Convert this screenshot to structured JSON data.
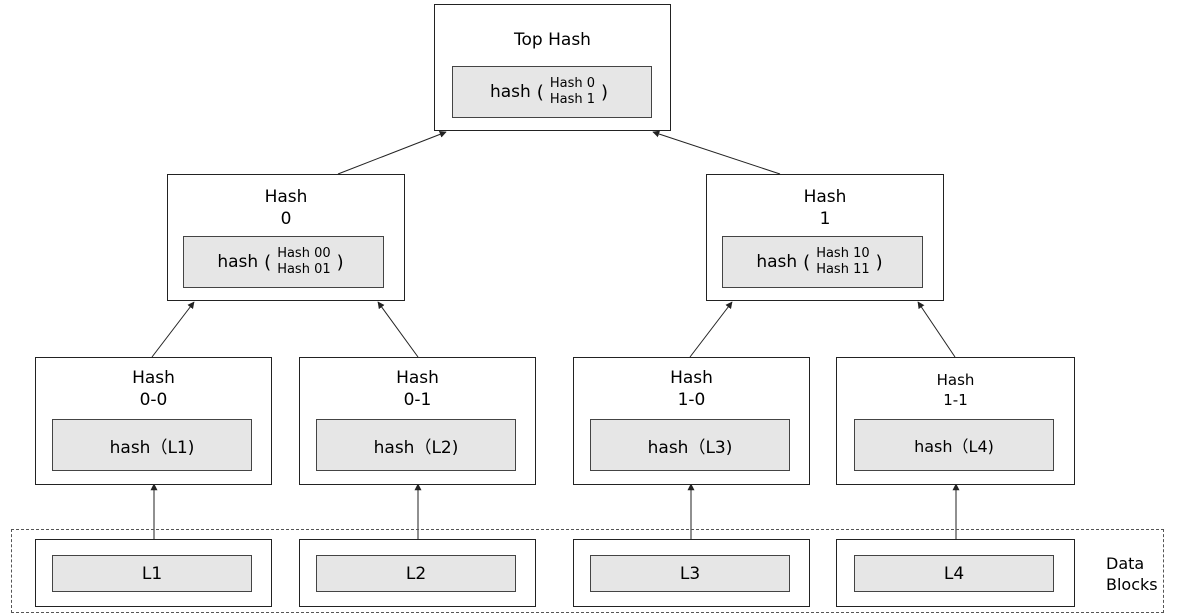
{
  "top": {
    "title": "Top Hash",
    "fn": "hash",
    "args": [
      "Hash 0",
      "Hash 1"
    ]
  },
  "mid": [
    {
      "title_line1": "Hash",
      "title_line2": "0",
      "fn": "hash",
      "args": [
        "Hash 00",
        "Hash 01"
      ]
    },
    {
      "title_line1": "Hash",
      "title_line2": "1",
      "fn": "hash",
      "args": [
        "Hash 10",
        "Hash 11"
      ]
    }
  ],
  "leaves": [
    {
      "title_line1": "Hash",
      "title_line2": "0-0",
      "expr": "hash（L1)"
    },
    {
      "title_line1": "Hash",
      "title_line2": "0-1",
      "expr": "hash（L2)"
    },
    {
      "title_line1": "Hash",
      "title_line2": "1-0",
      "expr": "hash（L3)"
    },
    {
      "title_line1": "Hash",
      "title_line2": "1-1",
      "expr": "hash（L4)"
    }
  ],
  "blocks": [
    "L1",
    "L2",
    "L3",
    "L4"
  ],
  "data_blocks_label": [
    "Data",
    "Blocks"
  ]
}
